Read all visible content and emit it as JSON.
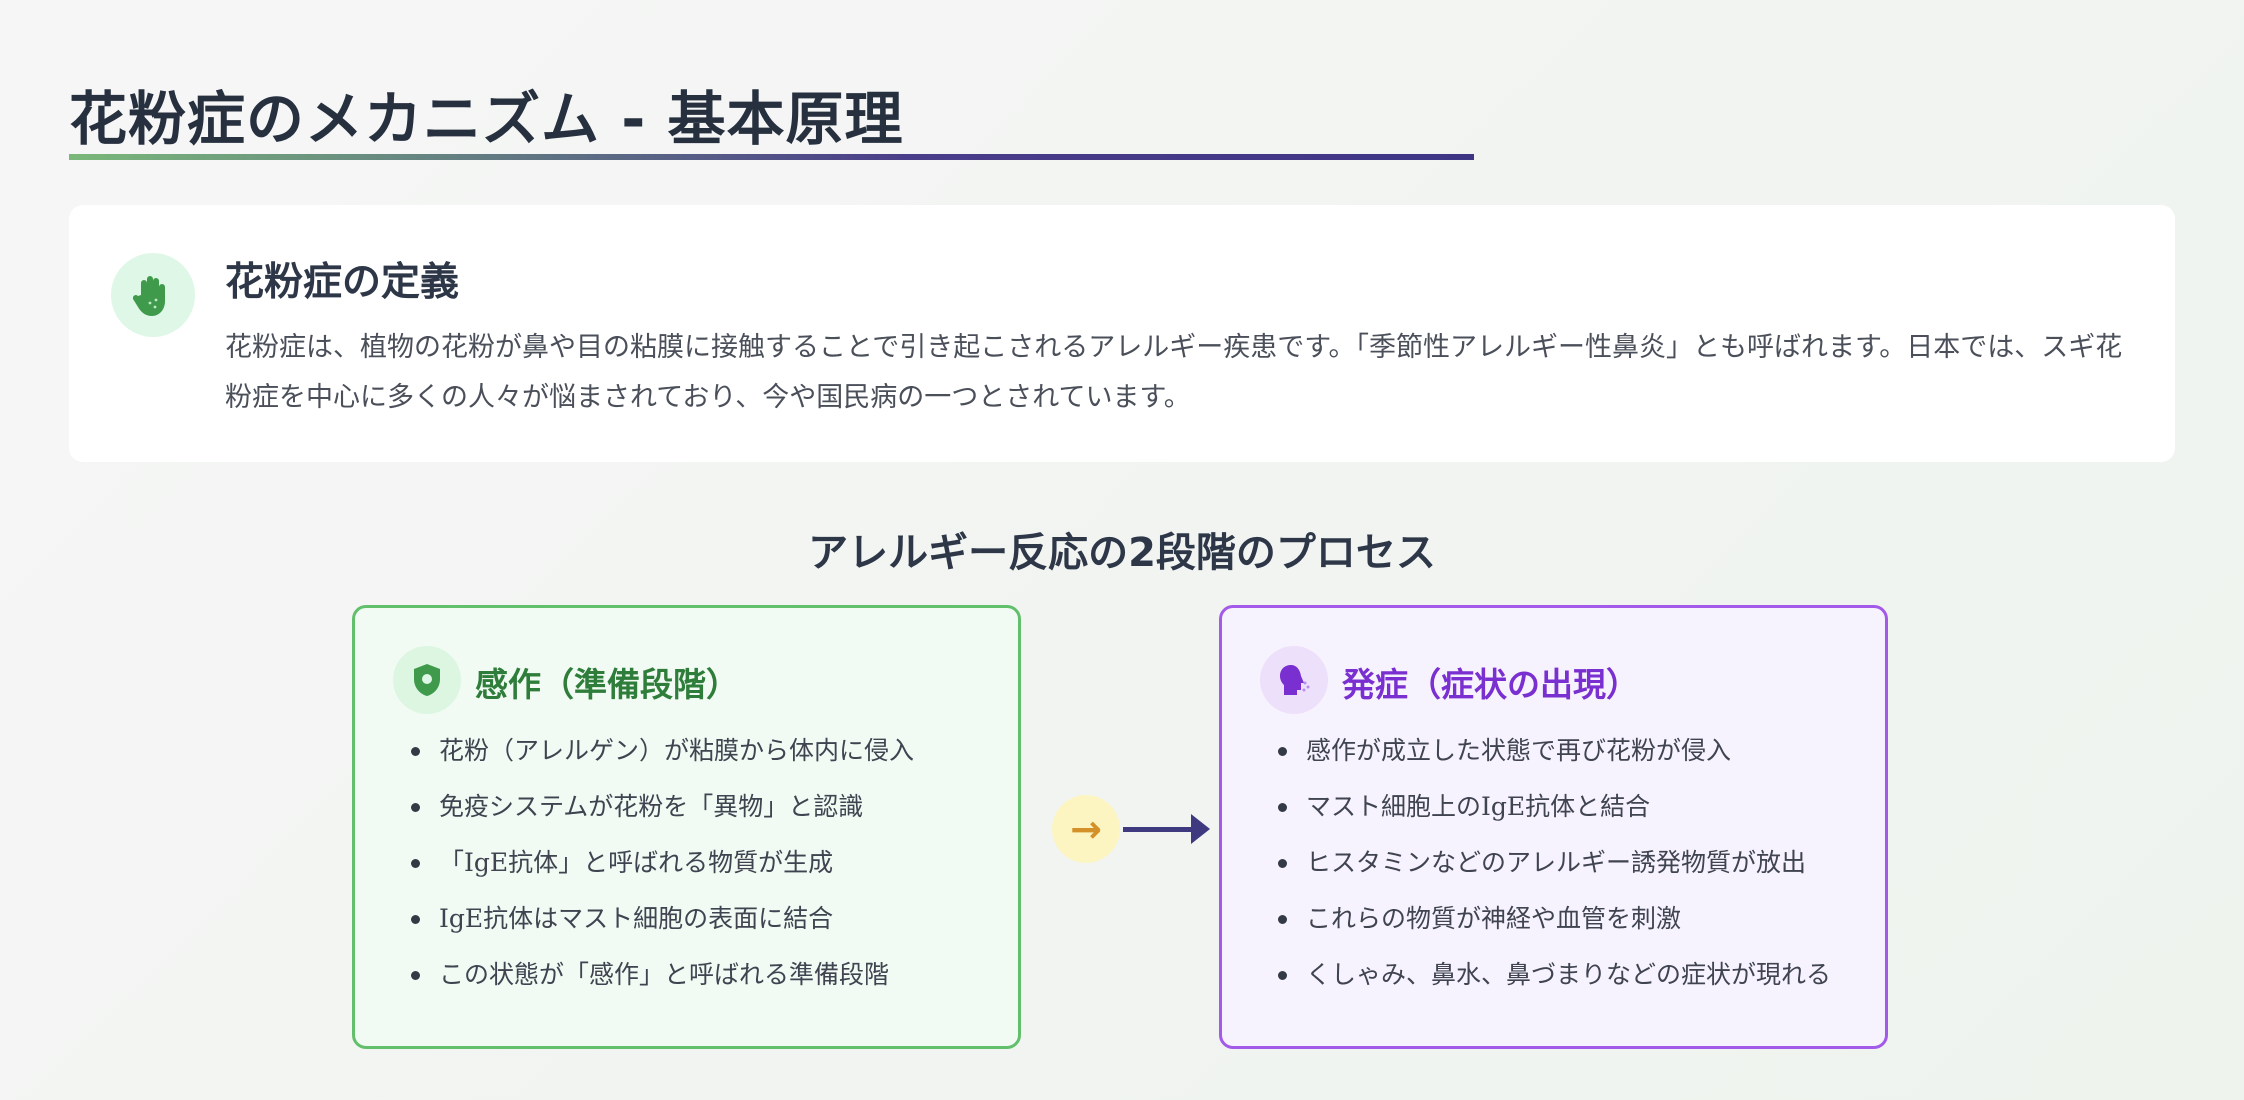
{
  "title": "花粉症のメカニズム - 基本原理",
  "definition": {
    "icon": "hand-icon",
    "heading": "花粉症の定義",
    "body": "花粉症は、植物の花粉が鼻や目の粘膜に接触することで引き起こされるアレルギー疾患です。「季節性アレルギー性鼻炎」とも呼ばれます。日本では、スギ花粉症を中心に多くの人々が悩まされており、今や国民病の一つとされています。"
  },
  "process": {
    "heading": "アレルギー反応の2段階のプロセス",
    "arrow_icon": "arrow-right-icon",
    "stages": [
      {
        "title": "感作（準備段階）",
        "icon": "shield-virus-icon",
        "color": "#62c06c",
        "items": [
          "花粉（アレルゲン）が粘膜から体内に侵入",
          "免疫システムが花粉を「異物」と認識",
          "「IgE抗体」と呼ばれる物質が生成",
          "IgE抗体はマスト細胞の表面に結合",
          "この状態が「感作」と呼ばれる準備段階"
        ]
      },
      {
        "title": "発症（症状の出現）",
        "icon": "head-sneeze-icon",
        "color": "#a35ae8",
        "items": [
          "感作が成立した状態で再び花粉が侵入",
          "マスト細胞上のIgE抗体と結合",
          "ヒスタミンなどのアレルギー誘発物質が放出",
          "これらの物質が神経や血管を刺激",
          "くしゃみ、鼻水、鼻づまりなどの症状が現れる"
        ]
      }
    ]
  }
}
